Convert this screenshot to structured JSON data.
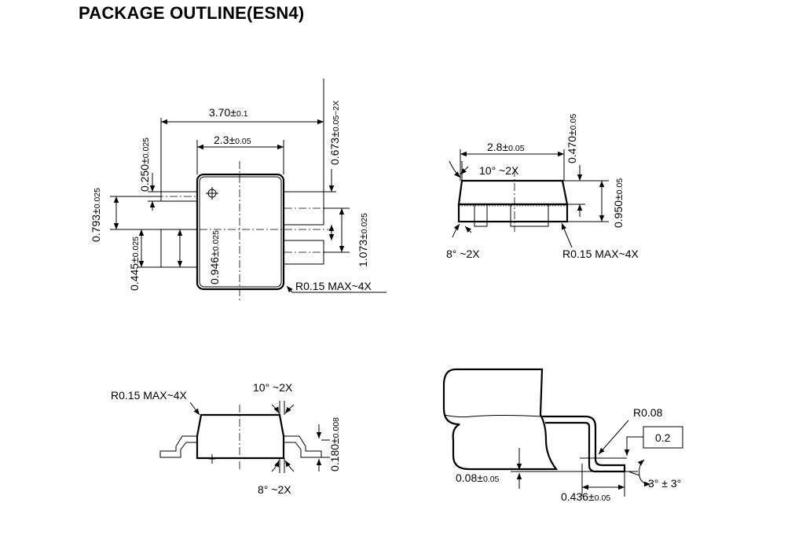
{
  "title": "PACKAGE OUTLINE(ESN4)",
  "top_view": {
    "width_val": "3.70",
    "width_tol": "0.1",
    "body_val": "2.3",
    "body_tol": "0.05",
    "lead_thick_val": "0.250",
    "lead_thick_tol": "0.025",
    "lead_offset_val": "0.673",
    "lead_offset_tol": "0.05",
    "lead_offset_suffix": "~2X",
    "top_lead_pos_val": "0.793",
    "top_lead_pos_tol": "0.025",
    "wide_lead_val": "0.445",
    "wide_lead_tol": "0.025",
    "center_val": "0.946",
    "center_tol": "0.025",
    "right_span_val": "1.073",
    "right_span_tol": "0.025",
    "radius_note": "R0.15 MAX~4X"
  },
  "side_view": {
    "width_val": "2.8",
    "width_tol": "0.05",
    "height_val": "0.470",
    "height_tol": "0.05",
    "total_val": "0.950",
    "total_tol": "0.05",
    "angle_top": "10°  ~2X",
    "angle_bottom": "8°  ~2X",
    "radius_note": "R0.15 MAX~4X"
  },
  "front_view": {
    "radius_note": "R0.15 MAX~4X",
    "angle_top": "10°  ~2X",
    "angle_bottom": "8°  ~2X",
    "lead_val": "0.180",
    "lead_tol": "0.008"
  },
  "detail_view": {
    "radius": "R0.08",
    "box_value": "0.2",
    "standoff_val": "0.08",
    "standoff_tol": "0.05",
    "foot_val": "0.436",
    "foot_tol": "0.05",
    "angle": "3°  ±  3°"
  },
  "pm": "±"
}
